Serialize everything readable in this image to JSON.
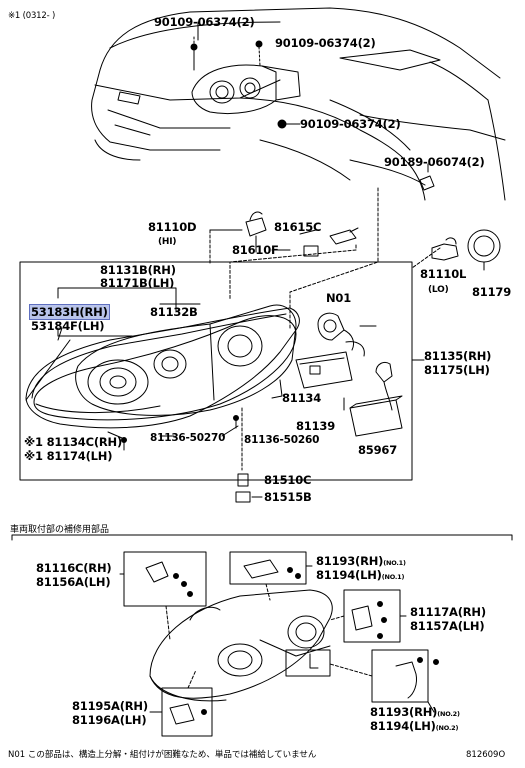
{
  "top_note": "※1 (0312- )",
  "parts": [
    {
      "code": "90109-06374(2)"
    },
    {
      "code": "90109-06374(2)"
    },
    {
      "code": "90109-06374(2)"
    },
    {
      "code": "90189-06074(2)"
    },
    {
      "code": "81110D",
      "sub": "(HI)"
    },
    {
      "code": "81615C"
    },
    {
      "code": "81610F"
    },
    {
      "code": "81110L",
      "sub": "(LO)"
    },
    {
      "code": "81179"
    },
    {
      "code": "81131B(RH)"
    },
    {
      "code": "81171B(LH)"
    },
    {
      "code": "53183H(RH)",
      "highlighted": true
    },
    {
      "code": "53184F(LH)"
    },
    {
      "code": "81132B"
    },
    {
      "code": "N01"
    },
    {
      "code": "81135(RH)"
    },
    {
      "code": "81175(LH)"
    },
    {
      "code": "81134"
    },
    {
      "code": "81139"
    },
    {
      "code": "85967"
    },
    {
      "code": "※1 81134C(RH)"
    },
    {
      "code": "※1 81174(LH)"
    },
    {
      "code": "81136-50270"
    },
    {
      "code": "81136-50260"
    },
    {
      "code": "81510C"
    },
    {
      "code": "81515B"
    }
  ],
  "section_title": "車両取付部の補修用部品",
  "repair_parts": [
    {
      "code": "81116C(RH)"
    },
    {
      "code": "81156A(LH)"
    },
    {
      "code": "81193(RH)",
      "note": "(NO.1)"
    },
    {
      "code": "81194(LH)",
      "note": "(NO.1)"
    },
    {
      "code": "81117A(RH)"
    },
    {
      "code": "81157A(LH)"
    },
    {
      "code": "81195A(RH)"
    },
    {
      "code": "81196A(LH)"
    },
    {
      "code": "81193(RH)",
      "note": "(NO.2)"
    },
    {
      "code": "81194(LH)",
      "note": "(NO.2)"
    }
  ],
  "footnote": "N01 この部品は、構造上分解・組付けが困難なため、単品では補給していません",
  "diagram_number": "812609O"
}
